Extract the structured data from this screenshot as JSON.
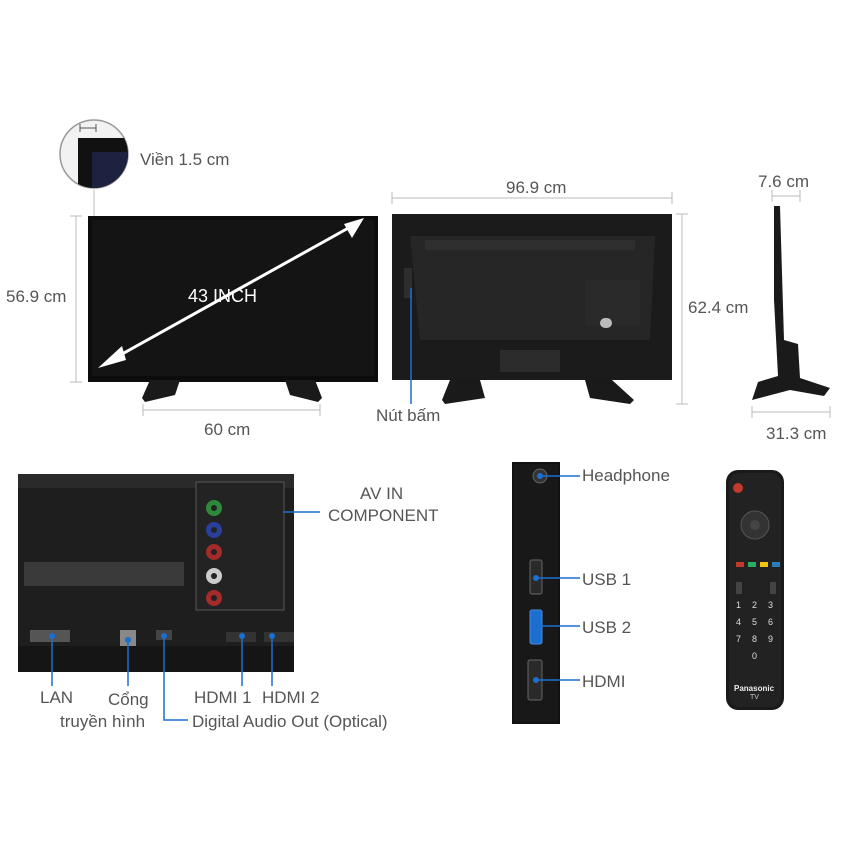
{
  "bezel": {
    "label": "Viền 1.5 cm"
  },
  "front": {
    "size_label": "43 INCH",
    "height_label": "56.9 cm",
    "width_label": "60 cm"
  },
  "back": {
    "width_label": "96.9 cm",
    "height_label": "62.4 cm",
    "button_label": "Nút bấm"
  },
  "side": {
    "depth_top_label": "7.6 cm",
    "depth_base_label": "31.3 cm"
  },
  "ports": {
    "av_label_line1": "AV IN",
    "av_label_line2": "COMPONENT",
    "lan": "LAN",
    "antenna_line1": "Cổng",
    "antenna_line2": "truyền hình",
    "hdmi1": "HDMI 1",
    "hdmi2": "HDMI 2",
    "optical": "Digital Audio Out (Optical)"
  },
  "side_ports": {
    "headphone": "Headphone",
    "usb1": "USB 1",
    "usb2": "USB 2",
    "hdmi": "HDMI"
  },
  "remote": {
    "brand": "Panasonic",
    "sub": "TV"
  },
  "colors": {
    "accent": "#1a6fd1",
    "label": "#555555",
    "dim_line": "#bbbbbb",
    "tv": "#111111"
  }
}
